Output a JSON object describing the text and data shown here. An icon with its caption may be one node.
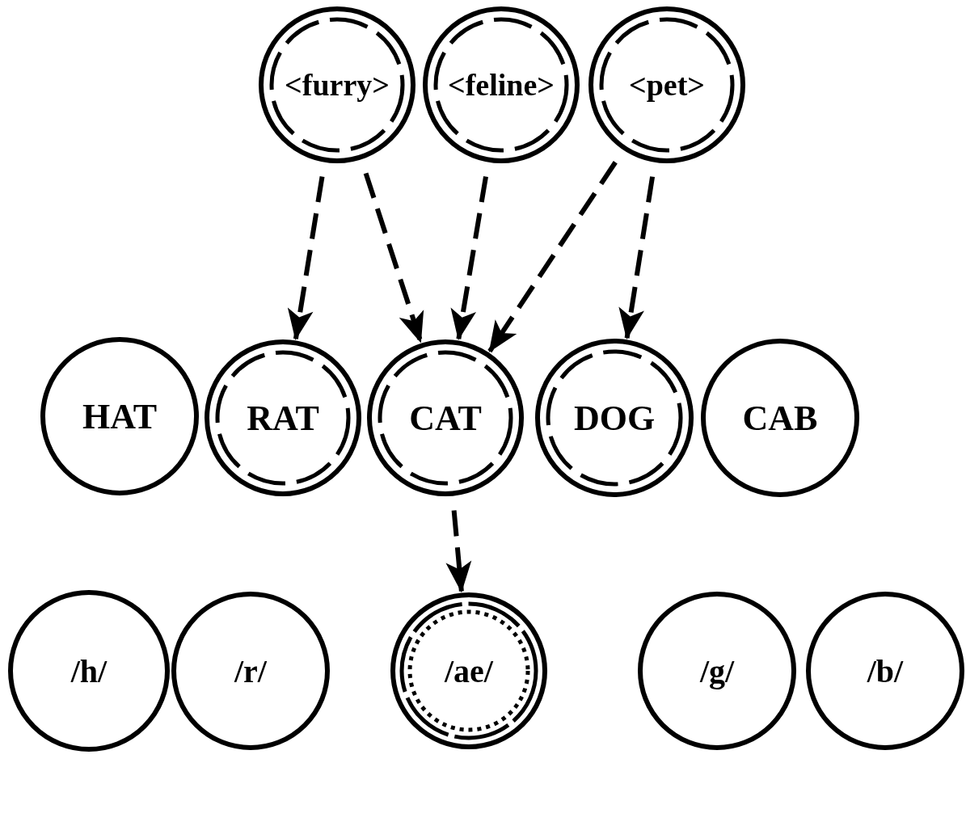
{
  "diagram": {
    "nodes": [
      {
        "text": [
          "<furry>"
        ]
      },
      {
        "text": [
          "<feline>"
        ]
      },
      {
        "text": [
          "<pet>"
        ]
      },
      {
        "text": [
          "HAT"
        ]
      },
      {
        "text": [
          "RAT"
        ]
      },
      {
        "text": [
          "CAT"
        ]
      },
      {
        "text": [
          "DOG"
        ]
      },
      {
        "text": [
          "CAB"
        ]
      },
      {
        "text": [
          "/h/"
        ]
      },
      {
        "text": [
          "/r/"
        ]
      },
      {
        "text": [
          "/ae/"
        ]
      },
      {
        "text": [
          "/g/"
        ]
      },
      {
        "text": [
          "/b/"
        ]
      }
    ],
    "edges": [
      {
        "from": 0,
        "to": 4,
        "arrow": "to",
        "style": "dashed"
      },
      {
        "from": 0,
        "to": 5,
        "arrow": "to",
        "style": "dashed"
      },
      {
        "from": 1,
        "to": 5,
        "arrow": "to",
        "style": "dashed"
      },
      {
        "from": 2,
        "to": 5,
        "arrow": "to",
        "style": "dashed"
      },
      {
        "from": 2,
        "to": 6,
        "arrow": "to",
        "style": "dashed"
      },
      {
        "from": 5,
        "to": 10,
        "arrow": "to",
        "style": "dashed"
      }
    ]
  }
}
